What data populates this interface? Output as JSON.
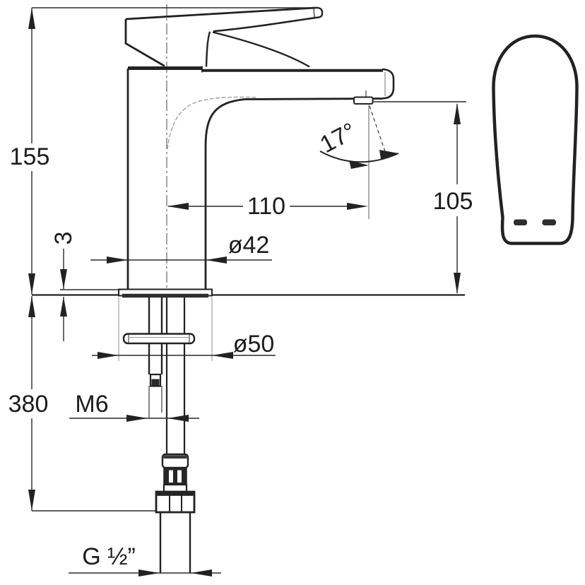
{
  "drawing": {
    "type": "faucet-installation-dimension-drawing",
    "background": "#ffffff",
    "line_color": "#222222"
  },
  "labels": {
    "total_height": "155",
    "plate_thickness": "3",
    "mounting_depth": "380",
    "spout_reach": "110",
    "outlet_height": "105",
    "outlet_angle": "17°",
    "body_diameter": "ø42",
    "base_diameter": "ø50",
    "fixing_thread": "M6",
    "inlet_thread": "G ½”"
  }
}
